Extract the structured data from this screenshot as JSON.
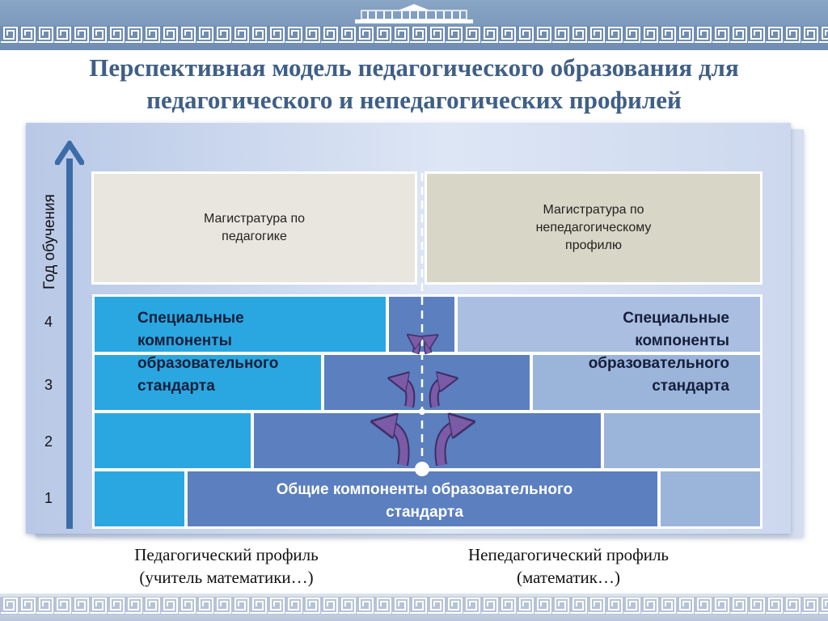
{
  "title": {
    "line1": "Перспективная модель педагогического образования для",
    "line2": "педагогического и непедагогических профилей"
  },
  "axis": {
    "label": "Год обучения",
    "years": [
      "4",
      "3",
      "2",
      "1"
    ]
  },
  "masters": {
    "pedagogical": [
      "Магистратура по",
      "педагогике"
    ],
    "non_pedagogical": [
      "Магистратура по",
      "непедагогическому",
      "профилю"
    ]
  },
  "special_components_left": [
    "Специальные",
    "компоненты",
    "образовательного",
    "стандарта"
  ],
  "special_components_right": [
    "Специальные",
    "компоненты",
    "образовательного",
    "стандарта"
  ],
  "common_components": [
    "Общие компоненты образовательного",
    "стандарта"
  ],
  "footer": {
    "left": [
      "Педагогический профиль",
      "(учитель математики…)"
    ],
    "right": [
      "Непедагогический профиль",
      "(математик…)"
    ]
  },
  "colors": {
    "title": "#3f5f86",
    "special_bright": "#2aa7e0",
    "common_mid": "#5b7fbf",
    "special_light": "#9ab4da",
    "arrow_purple": "#7b5aa6",
    "axis": "#3c6ca8"
  },
  "icons": [
    "building-logo-icon",
    "meander-border",
    "axis-arrow-icon",
    "crossing-arrows-icon"
  ]
}
